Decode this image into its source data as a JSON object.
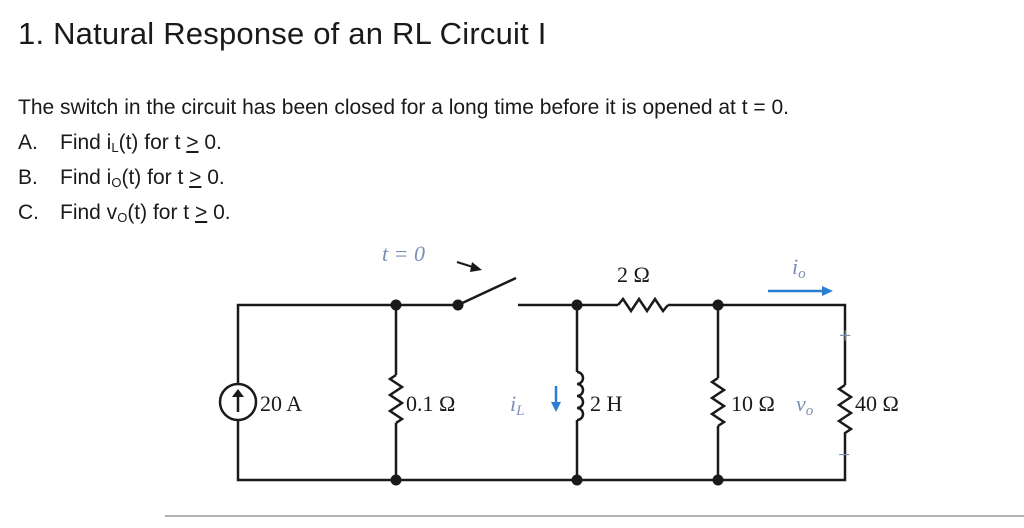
{
  "heading": "1. Natural Response of an RL Circuit I",
  "problem_statement": "The switch in the circuit has been closed for a long time before it is opened at t = 0.",
  "questions": [
    {
      "letter": "A.",
      "text_before": "Find i",
      "sub": "L",
      "text_after": "(t) for t ",
      "ge": ">",
      "tail": " 0."
    },
    {
      "letter": "B.",
      "text_before": "Find i",
      "sub": "O",
      "text_after": "(t) for t ",
      "ge": ">",
      "tail": " 0."
    },
    {
      "letter": "C.",
      "text_before": "Find v",
      "sub": "O",
      "text_after": "(t) for t ",
      "ge": ">",
      "tail": " 0."
    }
  ],
  "circuit": {
    "switch_label": "t = 0",
    "resistor_series": "2 Ω",
    "current_source": "20 A",
    "resistor_shunt": "0.1 Ω",
    "inductor_current": "i",
    "inductor_current_sub": "L",
    "inductor": "2 H",
    "resistor_10": "10 Ω",
    "output_voltage": "v",
    "output_voltage_sub": "o",
    "resistor_40": "40 Ω",
    "output_current": "i",
    "output_current_sub": "o",
    "plus": "+",
    "minus": "−",
    "arrow_color": "#2a7fd4"
  }
}
